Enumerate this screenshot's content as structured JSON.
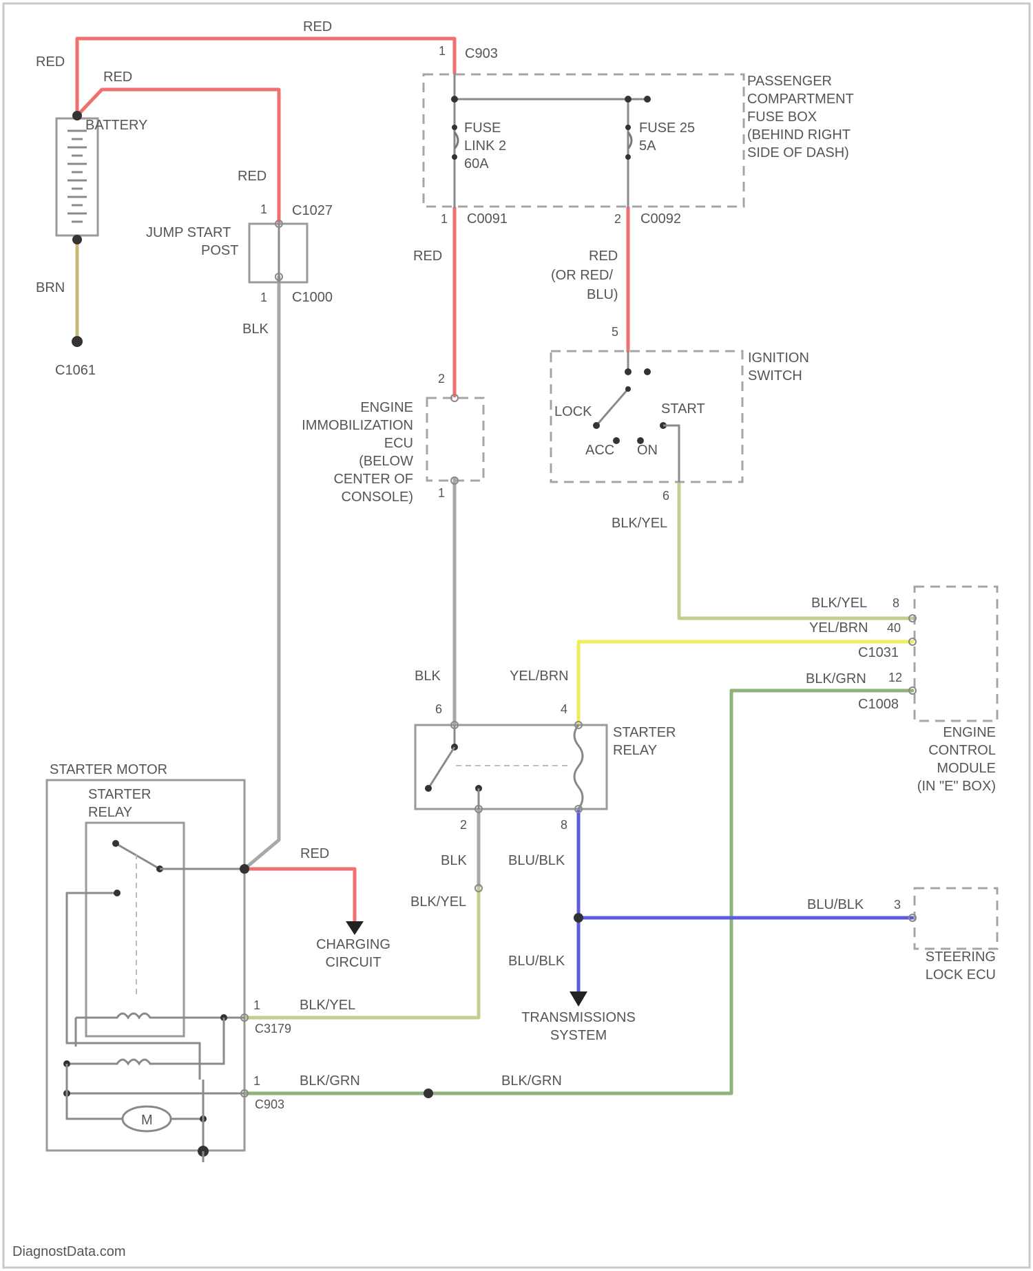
{
  "colors": {
    "red": "#f07070",
    "gray": "#a8a8a8",
    "brn": "#c8b87a",
    "yel": "#eded5a",
    "blkyel": "#c8cc8e",
    "blkgrn": "#8fb27a",
    "blu": "#5b5bdd"
  },
  "labels": {
    "red_top": "RED",
    "red_left": "RED",
    "red_bat": "RED",
    "red_jump": "RED",
    "red_fuse": "RED",
    "red_ign_1": "RED",
    "red_ign_2": "(OR RED/",
    "red_ign_3": "BLU)",
    "red_charging": "RED",
    "brn": "BRN",
    "blk_jump": "BLK",
    "blk_immob": "BLK",
    "blk_relay": "BLK",
    "blkyel_ign": "BLK/YEL",
    "blkyel_ecm": "BLK/YEL",
    "blkyel_relay": "BLK/YEL",
    "blkyel_motor": "BLK/YEL",
    "yelbrn_ecm": "YEL/BRN",
    "yelbrn_relay": "YEL/BRN",
    "blkgrn_ecm": "BLK/GRN",
    "blkgrn_motor": "BLK/GRN",
    "blkgrn_mid": "BLK/GRN",
    "blublk_relay": "BLU/BLK",
    "blublk_steer": "BLU/BLK",
    "blublk_trans": "BLU/BLK"
  },
  "connectors": {
    "c903": "C903",
    "c1027": "C1027",
    "c1000": "C1000",
    "c1061": "C1061",
    "c0091": "C0091",
    "c0092": "C0092",
    "c1031": "C1031",
    "c1008": "C1008",
    "c3179": "C3179",
    "c903b": "C903"
  },
  "pins": {
    "p1_c903": "1",
    "p1_c1027": "1",
    "p1_c1000": "1",
    "p1_c0091": "1",
    "p2_c0092": "2",
    "p5_ign": "5",
    "p2_immob": "2",
    "p1_immob": "1",
    "p6_ign": "6",
    "p8_ecm": "8",
    "p40_ecm": "40",
    "p12_ecm": "12",
    "p6_relay": "6",
    "p4_relay": "4",
    "p2_relay": "2",
    "p8_relay": "8",
    "p3_steer": "3",
    "p1_c3179": "1",
    "p1_c903b": "1"
  },
  "components": {
    "battery": "BATTERY",
    "jump_1": "JUMP START",
    "jump_2": "POST",
    "fusebox_1": "PASSENGER",
    "fusebox_2": "COMPARTMENT",
    "fusebox_3": "FUSE BOX",
    "fusebox_4": "(BEHIND RIGHT",
    "fusebox_5": "SIDE OF DASH)",
    "fuselink_1": "FUSE",
    "fuselink_2": "LINK 2",
    "fuselink_3": "60A",
    "fuse25_1": "FUSE 25",
    "fuse25_2": "5A",
    "ign_1": "IGNITION",
    "ign_2": "SWITCH",
    "lock": "LOCK",
    "acc": "ACC",
    "on": "ON",
    "start": "START",
    "immob_1": "ENGINE",
    "immob_2": "IMMOBILIZATION",
    "immob_3": "ECU",
    "immob_4": "(BELOW",
    "immob_5": "CENTER OF",
    "immob_6": "CONSOLE)",
    "ecm_1": "ENGINE",
    "ecm_2": "CONTROL",
    "ecm_3": "MODULE",
    "ecm_4": "(IN \"E\" BOX)",
    "relay_1": "STARTER",
    "relay_2": "RELAY",
    "motor": "STARTER MOTOR",
    "motor_relay_1": "STARTER",
    "motor_relay_2": "RELAY",
    "motor_symbol": "M",
    "charging_1": "CHARGING",
    "charging_2": "CIRCUIT",
    "trans_1": "TRANSMISSIONS",
    "trans_2": "SYSTEM",
    "steer_1": "STEERING",
    "steer_2": "LOCK ECU"
  },
  "footer": {
    "watermark": "DiagnostData.com"
  }
}
